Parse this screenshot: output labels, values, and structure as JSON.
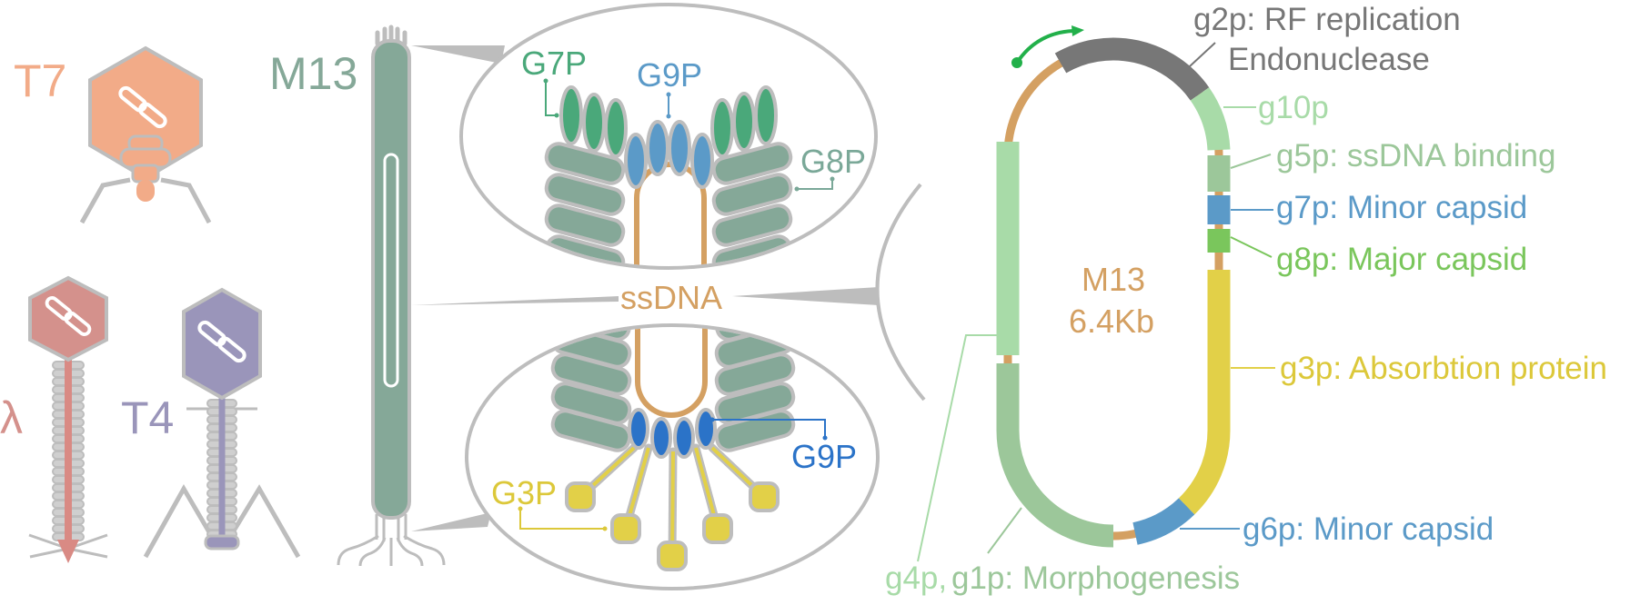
{
  "phages": {
    "t7": {
      "label": "T7",
      "color": "#f2ab88"
    },
    "lambda": {
      "label": "λ",
      "color": "#d4918c"
    },
    "t4": {
      "label": "T4",
      "color": "#9a95ba"
    },
    "m13": {
      "label": "M13",
      "color": "#85a898"
    }
  },
  "virion_detail": {
    "g7p": {
      "label": "G7P",
      "color": "#4aa87a"
    },
    "g9p_top": {
      "label": "G9P",
      "color": "#5b9ac8"
    },
    "g8p": {
      "label": "G8P",
      "color": "#7aa898"
    },
    "ssdna": {
      "label": "ssDNA",
      "color": "#d4a062"
    },
    "g3p": {
      "label": "G3P",
      "color": "#dcc83a"
    },
    "g9p_bottom": {
      "label": "G9P",
      "color": "#2b73c8"
    }
  },
  "genome": {
    "name": "M13",
    "size": "6.4Kb",
    "genes": {
      "g2p": {
        "label": "g2p: RF replication",
        "label2": "Endonuclease",
        "color": "#777777"
      },
      "g10p": {
        "label": "g10p",
        "color": "#a8dba8"
      },
      "g5p": {
        "label": "g5p: ssDNA binding",
        "color": "#9cc79a"
      },
      "g7p": {
        "label": "g7p: Minor capsid",
        "color": "#5b9ac8"
      },
      "g8p": {
        "label": "g8p: Major capsid",
        "color": "#7ac65c"
      },
      "g3p": {
        "label": "g3p: Absorbtion protein",
        "color": "#e2d048"
      },
      "g6p": {
        "label": "g6p: Minor capsid",
        "color": "#5b9ac8"
      },
      "g4p": {
        "label": "g4p,",
        "color": "#a8dba8"
      },
      "g1p": {
        "label": "g1p: Morphogenesis",
        "color": "#9cc79a"
      }
    },
    "dna_color": "#d4a062",
    "origin_arrow_color": "#22b04a"
  }
}
